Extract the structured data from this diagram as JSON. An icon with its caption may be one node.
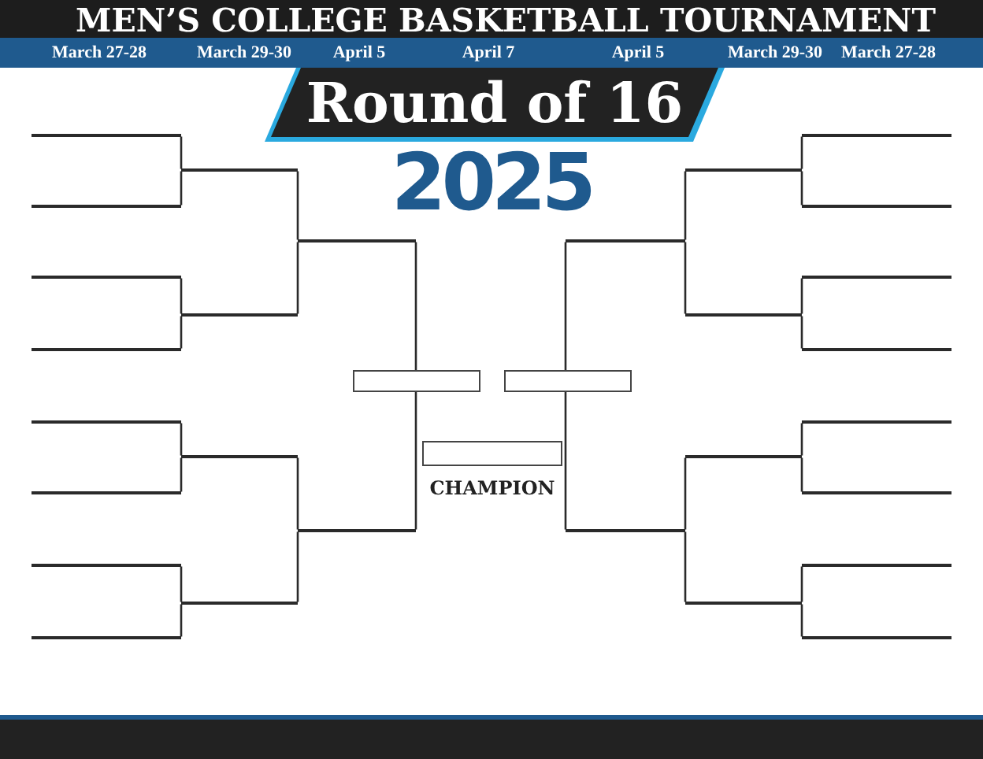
{
  "diagram": {
    "title": "MEN’S COLLEGE BASKETBALL TOURNAMENT",
    "nodes": [
      {
        "text": [],
        "shape": "line"
      },
      {
        "text": [],
        "shape": "line"
      },
      {
        "text": [],
        "shape": "line"
      },
      {
        "text": [],
        "shape": "line"
      },
      {
        "text": [],
        "shape": "line"
      },
      {
        "text": [],
        "shape": "line"
      },
      {
        "text": [],
        "shape": "line"
      },
      {
        "text": [],
        "shape": "line"
      },
      {
        "text": [],
        "shape": "line"
      },
      {
        "text": [],
        "shape": "line"
      },
      {
        "text": [],
        "shape": "line"
      },
      {
        "text": [],
        "shape": "line"
      },
      {
        "text": [],
        "shape": "line"
      },
      {
        "text": [],
        "shape": "line"
      },
      {
        "text": [],
        "shape": "box"
      },
      {
        "text": [
          "CHAMPION"
        ]
      },
      {
        "text": [],
        "shape": "box"
      },
      {
        "text": [],
        "shape": "line"
      },
      {
        "text": [],
        "shape": "line"
      },
      {
        "text": [],
        "shape": "line"
      },
      {
        "text": [],
        "shape": "line"
      },
      {
        "text": [],
        "shape": "line"
      },
      {
        "text": [],
        "shape": "line"
      },
      {
        "text": [],
        "shape": "line"
      },
      {
        "text": [],
        "shape": "line"
      },
      {
        "text": [],
        "shape": "line"
      },
      {
        "text": [],
        "shape": "line"
      },
      {
        "text": [],
        "shape": "line"
      },
      {
        "text": [],
        "shape": "line"
      },
      {
        "text": [],
        "shape": "line"
      },
      {
        "text": [],
        "shape": "line"
      }
    ],
    "edges": [
      {
        "from": 0,
        "to": 8,
        "arrow": "none"
      },
      {
        "from": 1,
        "to": 8,
        "arrow": "none"
      },
      {
        "from": 2,
        "to": 9,
        "arrow": "none"
      },
      {
        "from": 3,
        "to": 9,
        "arrow": "none"
      },
      {
        "from": 4,
        "to": 10,
        "arrow": "none"
      },
      {
        "from": 5,
        "to": 10,
        "arrow": "none"
      },
      {
        "from": 6,
        "to": 11,
        "arrow": "none"
      },
      {
        "from": 7,
        "to": 11,
        "arrow": "none"
      },
      {
        "from": 8,
        "to": 12,
        "arrow": "none"
      },
      {
        "from": 9,
        "to": 12,
        "arrow": "none"
      },
      {
        "from": 10,
        "to": 13,
        "arrow": "none"
      },
      {
        "from": 11,
        "to": 13,
        "arrow": "none"
      },
      {
        "from": 12,
        "to": 14,
        "arrow": "none"
      },
      {
        "from": 13,
        "to": 14,
        "arrow": "none"
      },
      {
        "from": 23,
        "to": 19,
        "arrow": "none"
      },
      {
        "from": 24,
        "to": 19,
        "arrow": "none"
      },
      {
        "from": 25,
        "to": 20,
        "arrow": "none"
      },
      {
        "from": 26,
        "to": 20,
        "arrow": "none"
      },
      {
        "from": 27,
        "to": 21,
        "arrow": "none"
      },
      {
        "from": 28,
        "to": 21,
        "arrow": "none"
      },
      {
        "from": 29,
        "to": 22,
        "arrow": "none"
      },
      {
        "from": 30,
        "to": 22,
        "arrow": "none"
      },
      {
        "from": 19,
        "to": 17,
        "arrow": "none"
      },
      {
        "from": 20,
        "to": 17,
        "arrow": "none"
      },
      {
        "from": 21,
        "to": 18,
        "arrow": "none"
      },
      {
        "from": 22,
        "to": 18,
        "arrow": "none"
      },
      {
        "from": 17,
        "to": 16,
        "arrow": "none"
      },
      {
        "from": 18,
        "to": 16,
        "arrow": "none"
      }
    ],
    "labels": [
      "March 27-28",
      "March 29-30",
      "April 5",
      "April 7",
      "April 5",
      "March 29-30",
      "March 27-28",
      "Round of 16",
      "2025"
    ]
  }
}
